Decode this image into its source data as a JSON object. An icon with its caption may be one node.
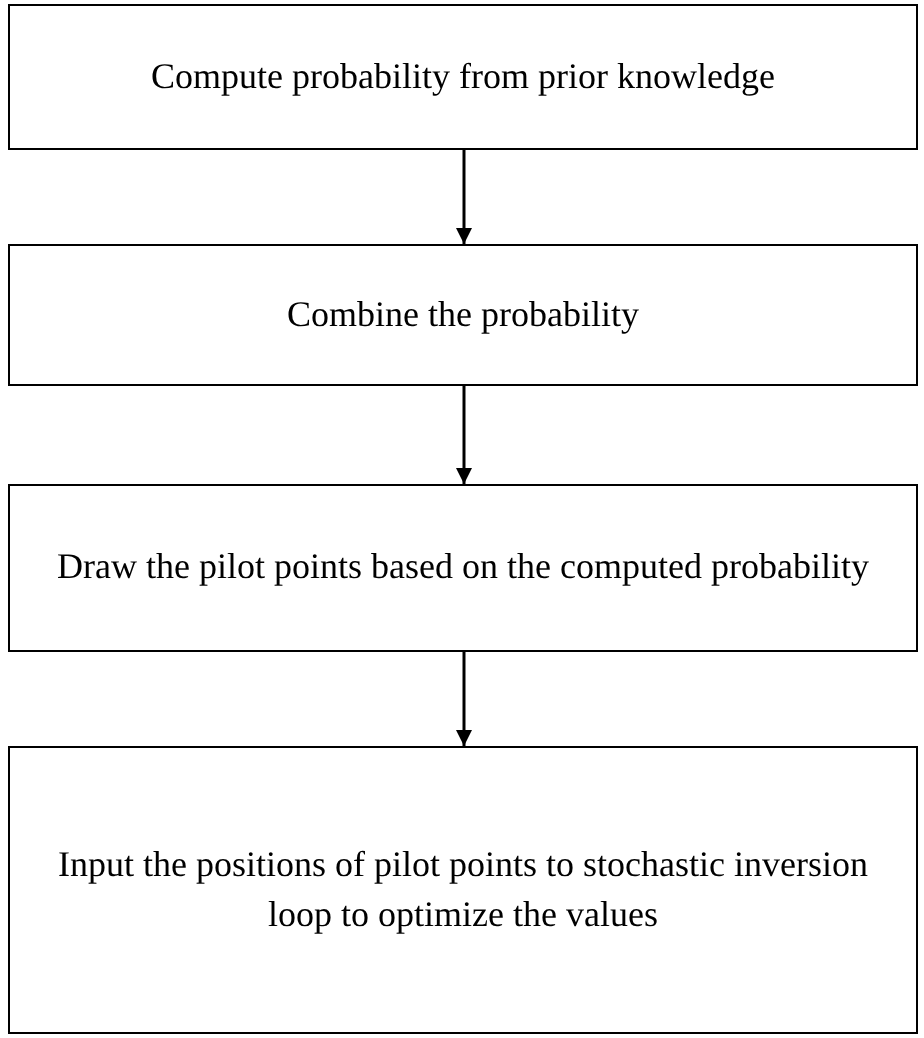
{
  "diagram": {
    "nodes": [
      {
        "text": [
          "Compute probability from prior knowledge"
        ]
      },
      {
        "text": [
          "Combine the probability"
        ]
      },
      {
        "text": [
          "Draw the pilot points based on the computed probability"
        ]
      },
      {
        "text": [
          "Input the positions of pilot points to stochastic inversion loop to optimize the values"
        ]
      }
    ],
    "edges": [
      {
        "from": 0,
        "to": 1,
        "arrow": "to"
      },
      {
        "from": 1,
        "to": 2,
        "arrow": "to"
      },
      {
        "from": 2,
        "to": 3,
        "arrow": "to"
      }
    ]
  }
}
